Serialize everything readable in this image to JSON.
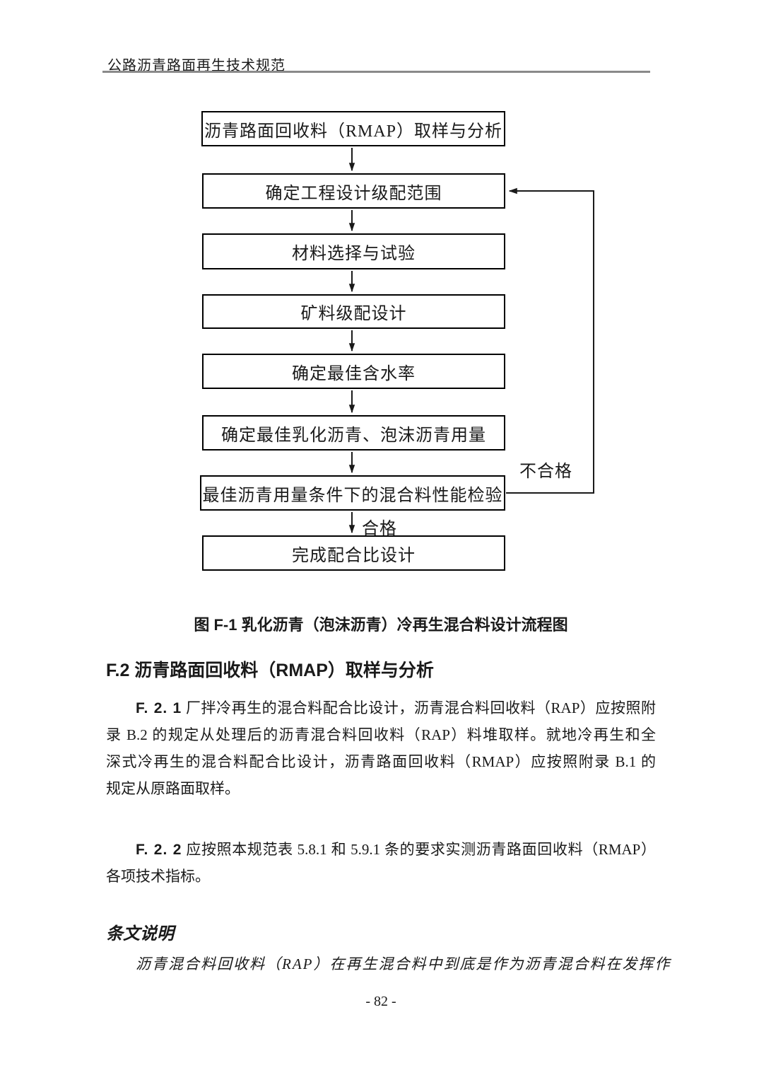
{
  "header": {
    "title": "公路沥青路面再生技术规范"
  },
  "flowchart": {
    "boxes": [
      "沥青路面回收料（RMAP）取样与分析",
      "确定工程设计级配范围",
      "材料选择与试验",
      "矿料级配设计",
      "确定最佳含水率",
      "确定最佳乳化沥青、泡沫沥青用量",
      "最佳沥青用量条件下的混合料性能检验",
      "完成配合比设计"
    ],
    "pass_label": "合格",
    "fail_label": "不合格",
    "line_color": "#1a1a1a",
    "box_border_color": "#000000"
  },
  "figure_caption": "图 F-1 乳化沥青（泡沫沥青）冷再生混合料设计流程图",
  "section": {
    "heading": "F.2 沥青路面回收料（RMAP）取样与分析"
  },
  "clauses": {
    "f21": {
      "prefix": "F. 2. 1",
      "lines": [
        "厂拌冷再生的混合料配合比设计，沥青混合料回收料（RAP）应按照附",
        "录 B.2 的规定从处理后的沥青混合料回收料（RAP）料堆取样。就地冷再生和全",
        "深式冷再生的混合料配合比设计，沥青路面回收料（RMAP）应按照附录 B.1 的",
        "规定从原路面取样。"
      ]
    },
    "f22": {
      "prefix": "F. 2. 2",
      "lines": [
        "应按照本规范表 5.8.1 和 5.9.1 条的要求实测沥青路面回收料（RMAP）",
        "各项技术指标。"
      ]
    }
  },
  "notes": {
    "heading": "条文说明",
    "lines": [
      "沥青混合料回收料（RAP）在再生混合料中到底是作为沥青混合料在发挥作"
    ]
  },
  "footer": {
    "page_number": "- 82 -"
  }
}
